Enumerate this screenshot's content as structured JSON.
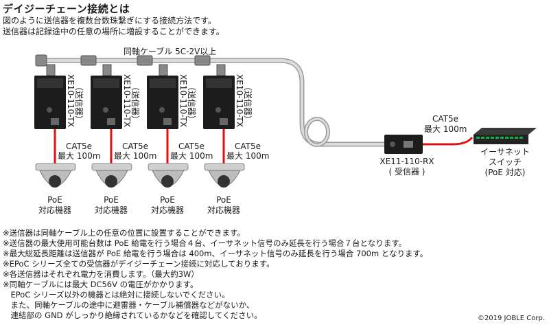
{
  "title": "デイジーチェーン接続とは",
  "intro": [
    "図のように送信器を複数台数珠繋ぎにする接続方法です。",
    "送信器は記録途中の任意の場所に増設することができます。"
  ],
  "coax_label": "同軸ケーブル 5C-2V以上",
  "transmitter": {
    "model": "XE10-110-TX",
    "role": "（送信器）"
  },
  "camera_link": {
    "cable": "CAT5e",
    "max": "最大 100m"
  },
  "camera": {
    "line1": "PoE",
    "line2": "対応機器"
  },
  "receiver": {
    "model": "XE11-110-RX",
    "role": "( 受信器 )"
  },
  "switch_link": {
    "cable": "CAT5e",
    "max": "最大 100m"
  },
  "switch": {
    "line1": "イーサネット",
    "line2": "スイッチ",
    "line3": "(PoE 対応)"
  },
  "notes": [
    "※送信器は同軸ケーブル上の任意の位置に設置することができます。",
    "※送信器の最大使用可能台数は PoE 給電を行う場合４台、イーサネット信号のみ延長を行う場合７台となります。",
    "※最大総延長距離は送信器が PoE 給電を行う場合は 400m、イーサネット信号のみ延長を行う場合 700m となります。",
    "※EPoC シリーズ全ての受信器がデイジーチェーン接続に対応しております。",
    "※各送信器はそれぞれ電力を消費します。（最大約3W）",
    "※同軸ケーブルには最大 DC56V の電圧がかかります。",
    "　EPoC シリーズ以外の機器とは絶対に接続しないでください。",
    "　また、同軸ケーブルの途中に避雷器・ケーブル補償器などがないか、",
    "　連結部の GND がしっかり絶縁されているかなどを確認してください。"
  ],
  "copyright": "©2019 JOBLE Corp.",
  "colors": {
    "coax": "#c8c8c8",
    "cat5e": "#dd1111",
    "device": "#1c1c1c"
  }
}
